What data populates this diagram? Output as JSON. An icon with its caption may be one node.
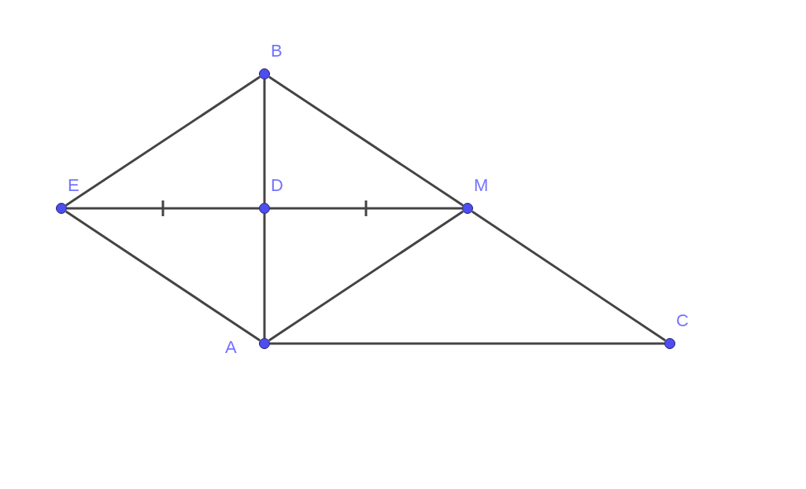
{
  "diagram": {
    "nodes": [
      {
        "text": [
          "B"
        ]
      },
      {
        "text": [
          "E"
        ]
      },
      {
        "text": [
          "D"
        ]
      },
      {
        "text": [
          "M"
        ]
      },
      {
        "text": [
          "A"
        ]
      },
      {
        "text": [
          "C"
        ]
      }
    ],
    "edges": [
      {
        "from": 1,
        "to": 0,
        "arrow": "none"
      },
      {
        "from": 0,
        "to": 2,
        "arrow": "none"
      },
      {
        "from": 0,
        "to": 3,
        "arrow": "none"
      },
      {
        "from": 1,
        "to": 2,
        "arrow": "none"
      },
      {
        "from": 2,
        "to": 3,
        "arrow": "none"
      },
      {
        "from": 2,
        "to": 4,
        "arrow": "none"
      },
      {
        "from": 1,
        "to": 4,
        "arrow": "none"
      },
      {
        "from": 4,
        "to": 3,
        "arrow": "none"
      },
      {
        "from": 3,
        "to": 5,
        "arrow": "none"
      },
      {
        "from": 4,
        "to": 5,
        "arrow": "none"
      }
    ]
  }
}
